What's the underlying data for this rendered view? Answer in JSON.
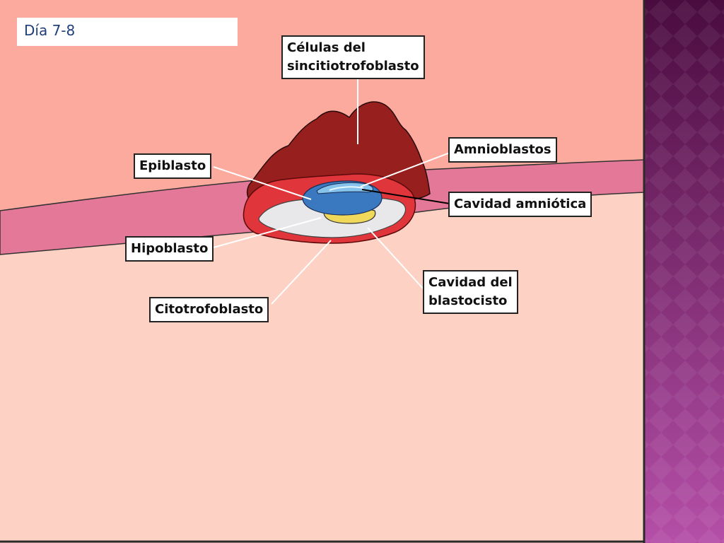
{
  "slide": {
    "title": "Día 7-8",
    "colors": {
      "endometrium_upper": "#fcaa9d",
      "endometrium_lower": "#fdd2c4",
      "epithelium_band": "#e47898",
      "syncytiotrophoblast": "#97201e",
      "cytotrophoblast": "#e0353a",
      "blastocyst_cavity": "#e8e8ea",
      "epiblast": "#3a78bf",
      "amnion": "#86c3ec",
      "hypoblast": "#f0d95a",
      "side_panel": "#7a2a78"
    }
  },
  "labels": {
    "sincitiotrofoblasto_line1": "Células del",
    "sincitiotrofoblasto_line2": "sincitiotrofoblasto",
    "amnioblastos": "Amnioblastos",
    "epiblasto": "Epiblasto",
    "cavidad_amniotica": "Cavidad amniótica",
    "hipoblasto": "Hipoblasto",
    "blastocisto_line1": "Cavidad del",
    "blastocisto_line2": "blastocisto",
    "citotrofoblasto": "Citotrofoblasto"
  }
}
